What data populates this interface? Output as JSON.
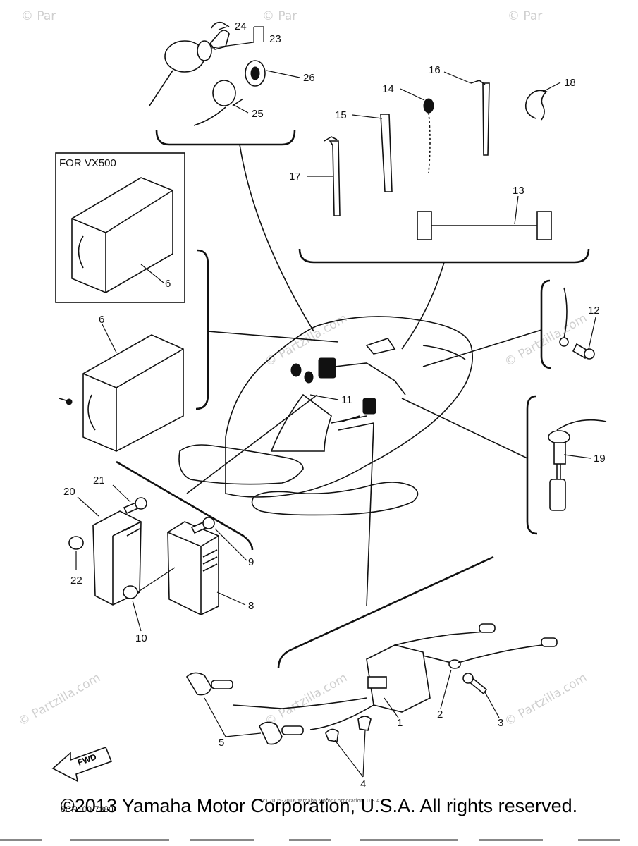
{
  "watermarks": {
    "text": "© Partzilla.com",
    "short": "© Par"
  },
  "box": {
    "label": "FOR VX500"
  },
  "callouts": {
    "c1": "1",
    "c2": "2",
    "c3": "3",
    "c4": "4",
    "c5": "5",
    "c6a": "6",
    "c6b": "6",
    "c8": "8",
    "c9": "9",
    "c10": "10",
    "c11": "11",
    "c12": "12",
    "c13": "13",
    "c14": "14",
    "c15": "15",
    "c16": "16",
    "c17": "17",
    "c18": "18",
    "c19": "19",
    "c20": "20",
    "c21": "21",
    "c22": "22",
    "c23": "23",
    "c24": "24",
    "c25": "25",
    "c26": "26"
  },
  "diagram_code": "8CR100-7380",
  "fwd_label": "FWD",
  "tiny_copyright": "(c) 2005-2016 Yamaha Motor Corporation, U.S.A.",
  "footer_copyright": "©2013 Yamaha Motor Corporation, U.S.A. All rights reserved."
}
